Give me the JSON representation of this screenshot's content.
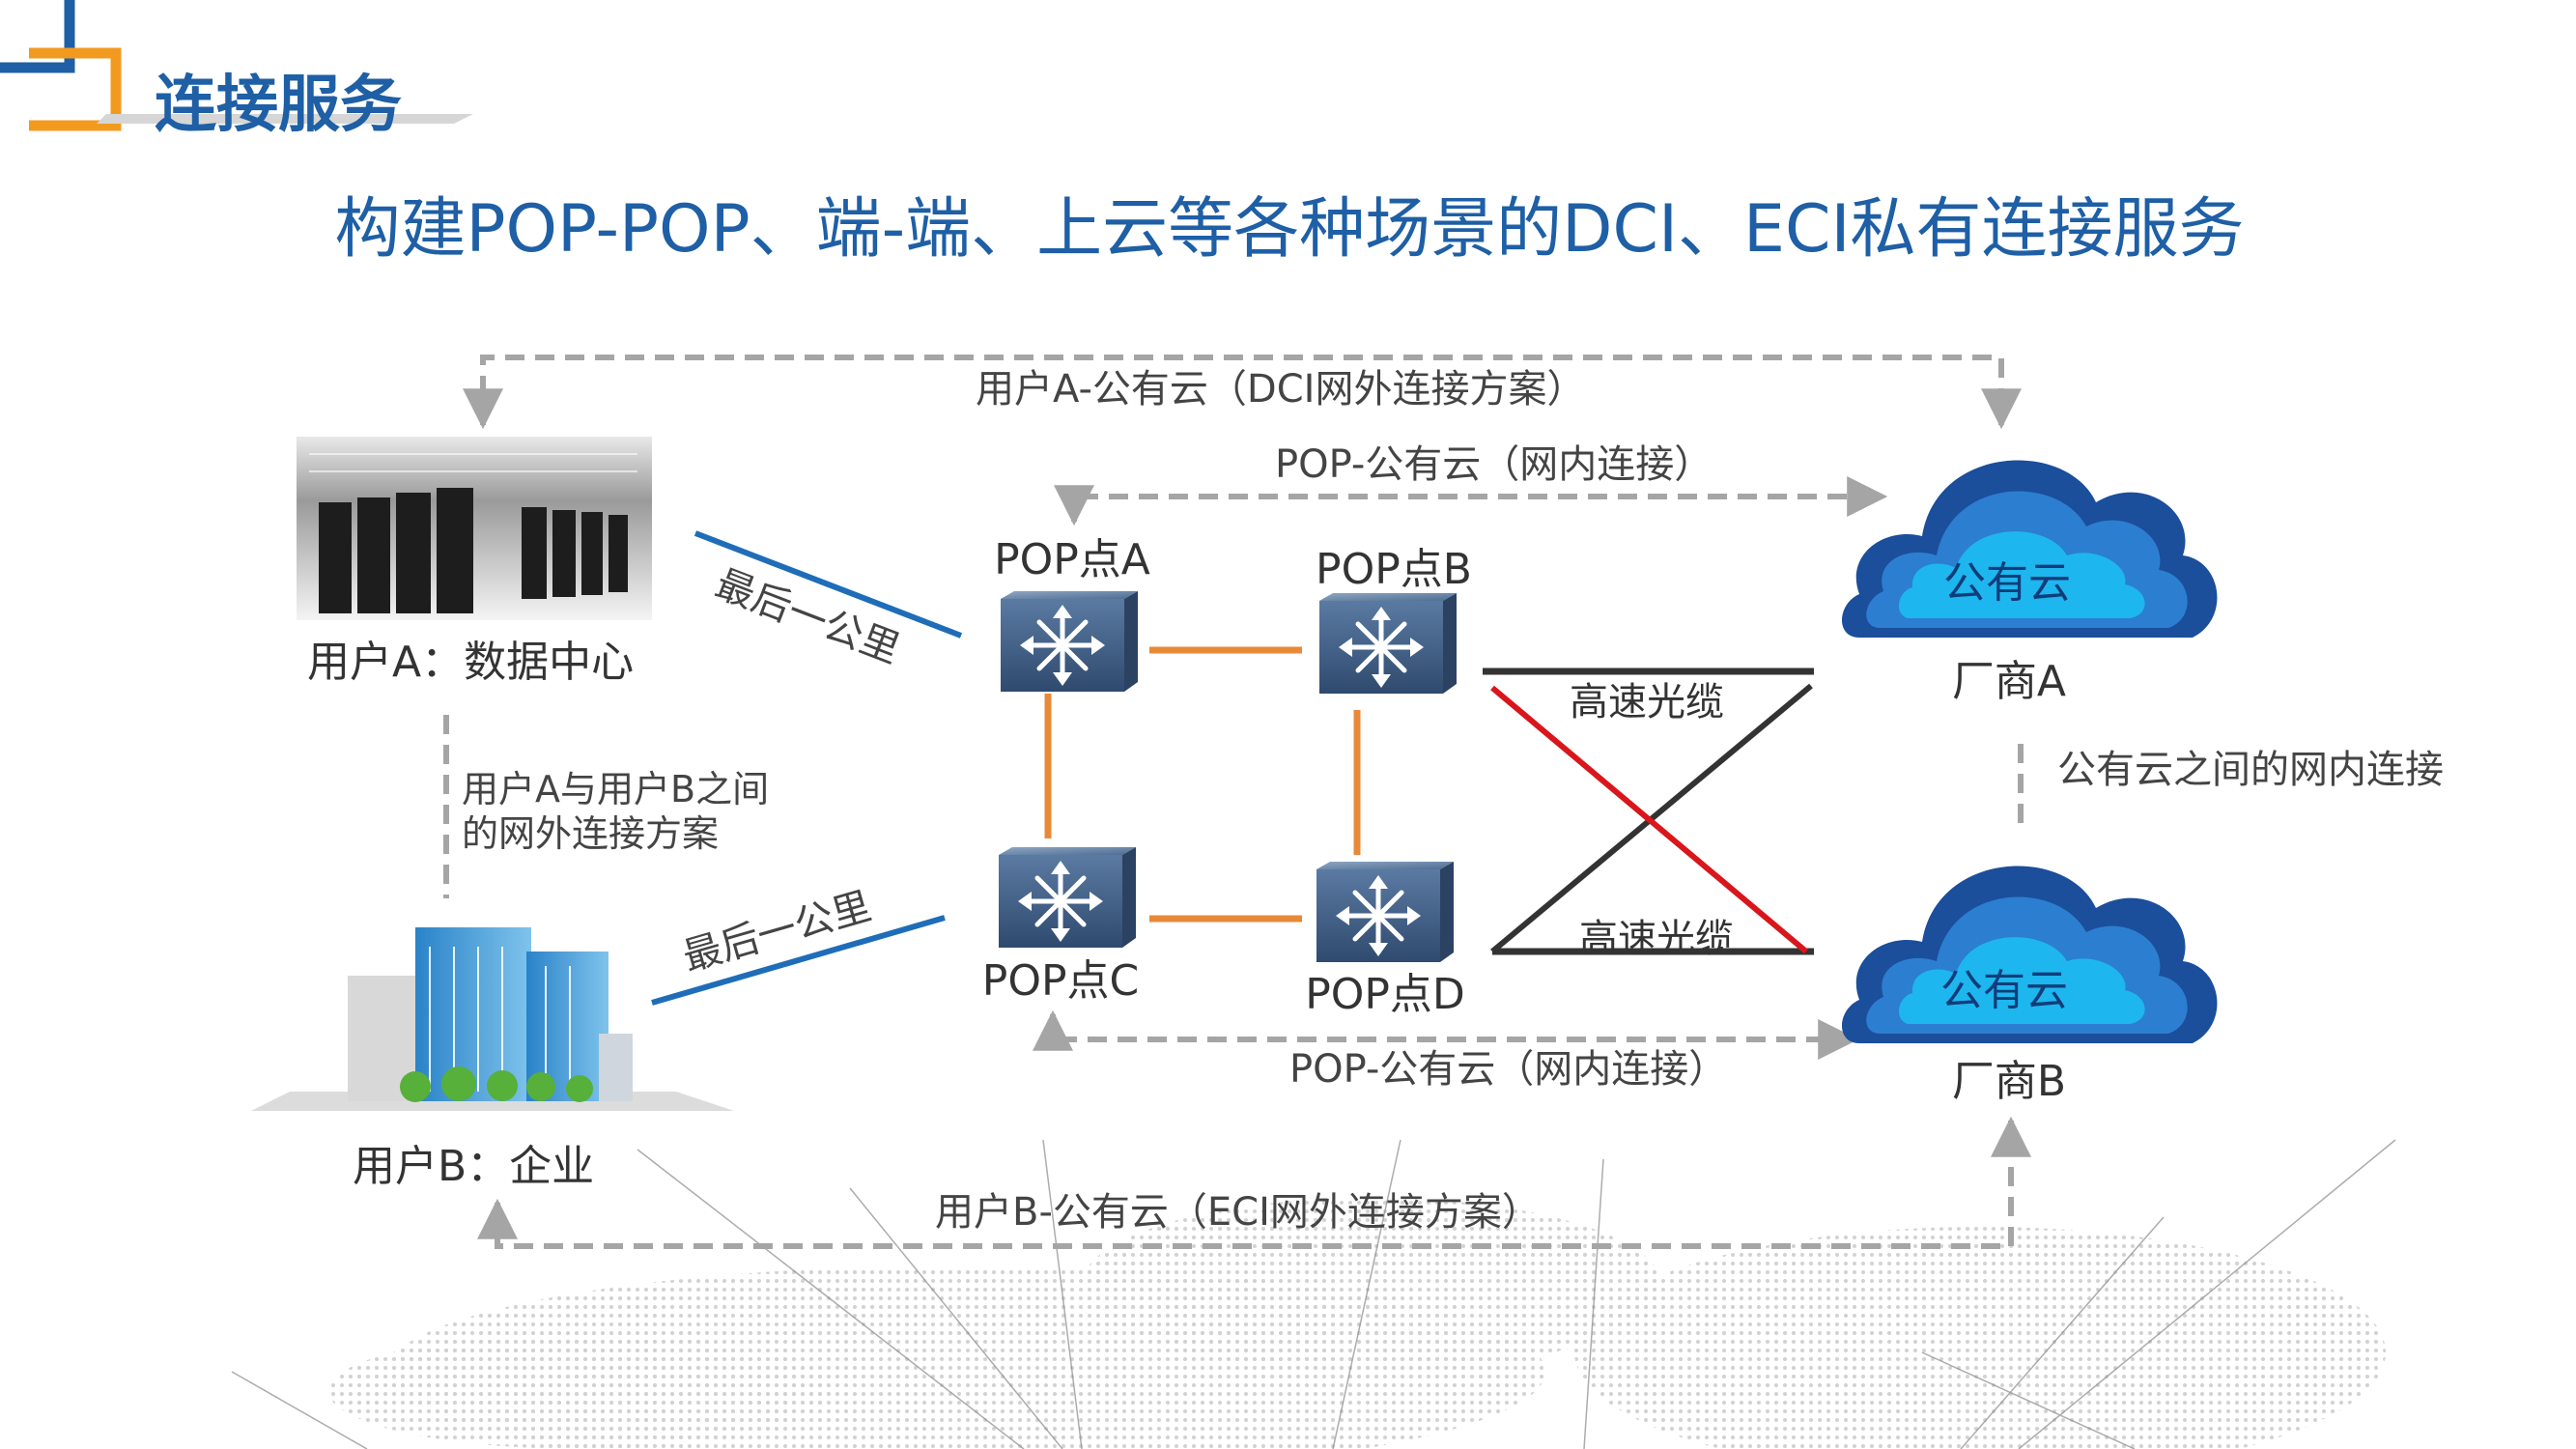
{
  "header": {
    "section_title": "连接服务",
    "subtitle": "构建POP-POP、端-端、上云等各种场景的DCI、ECI私有连接服务"
  },
  "nodes": {
    "user_a": "用户A：数据中心",
    "user_b": "用户B：企业",
    "pop_a": "POP点A",
    "pop_b": "POP点B",
    "pop_c": "POP点C",
    "pop_d": "POP点D",
    "cloud_a_text": "公有云",
    "cloud_b_text": "公有云",
    "vendor_a": "厂商A",
    "vendor_b": "厂商B"
  },
  "links": {
    "user_a_cloud": "用户A-公有云（DCI网外连接方案）",
    "pop_cloud_top": "POP-公有云（网内连接）",
    "pop_cloud_bottom": "POP-公有云（网内连接）",
    "user_b_cloud": "用户B-公有云（ECI网外连接方案）",
    "last_mile_a": "最后一公里",
    "last_mile_b": "最后一公里",
    "fiber_top": "高速光缆",
    "fiber_bottom": "高速光缆",
    "inter_cloud": "公有云之间的网内连接",
    "a_to_b_line1": "用户A与用户B之间",
    "a_to_b_line2": "的网外连接方案"
  },
  "colors": {
    "title_blue": "#1e5fa6",
    "accent_orange": "#f29a1f",
    "link_blue": "#1f6db8",
    "pop_orange": "#e8893a",
    "fiber_red": "#d9161c",
    "fiber_dark": "#333333",
    "dash_gray": "#a5a5a5",
    "cloud_dark": "#1b4e9b",
    "cloud_mid": "#2c7ed0",
    "cloud_light": "#1eb6ee"
  }
}
